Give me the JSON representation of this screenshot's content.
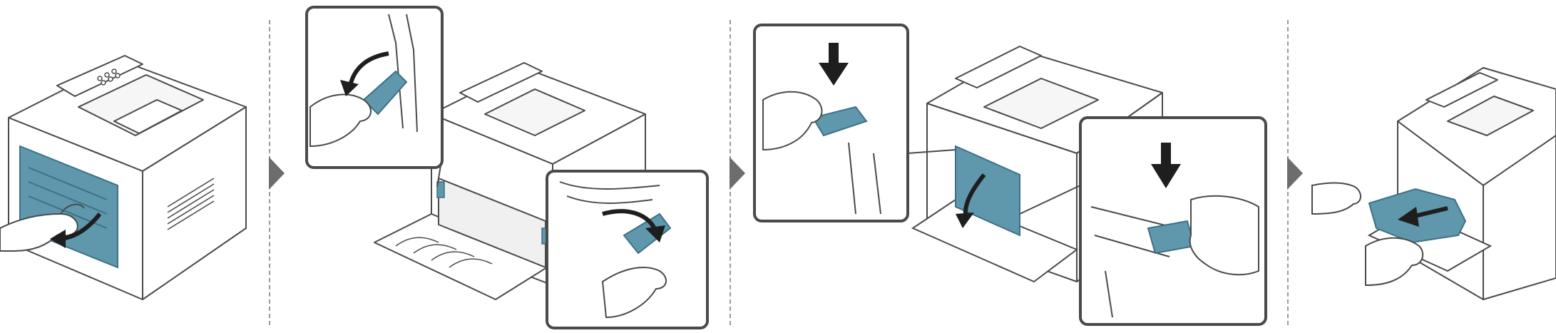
{
  "figure": {
    "steps": [
      {
        "id": "step-1",
        "content": "printer-rear-cover-open"
      },
      {
        "id": "step-2",
        "content": "fuser-levers-lowered"
      },
      {
        "id": "step-3",
        "content": "duplex-guide-pushed-down"
      },
      {
        "id": "step-4",
        "content": "jammed-paper-removed"
      }
    ],
    "separators": [
      "dashed-divider",
      "chevron-right-icon"
    ],
    "colors": {
      "line": "#4a4a4a",
      "accent_blue": "#5f97ad",
      "accent_blue_dark": "#3e7186",
      "divider": "#9a9a9a",
      "chevron": "#6d6d6d",
      "callout_bg": "#ffffff"
    }
  }
}
